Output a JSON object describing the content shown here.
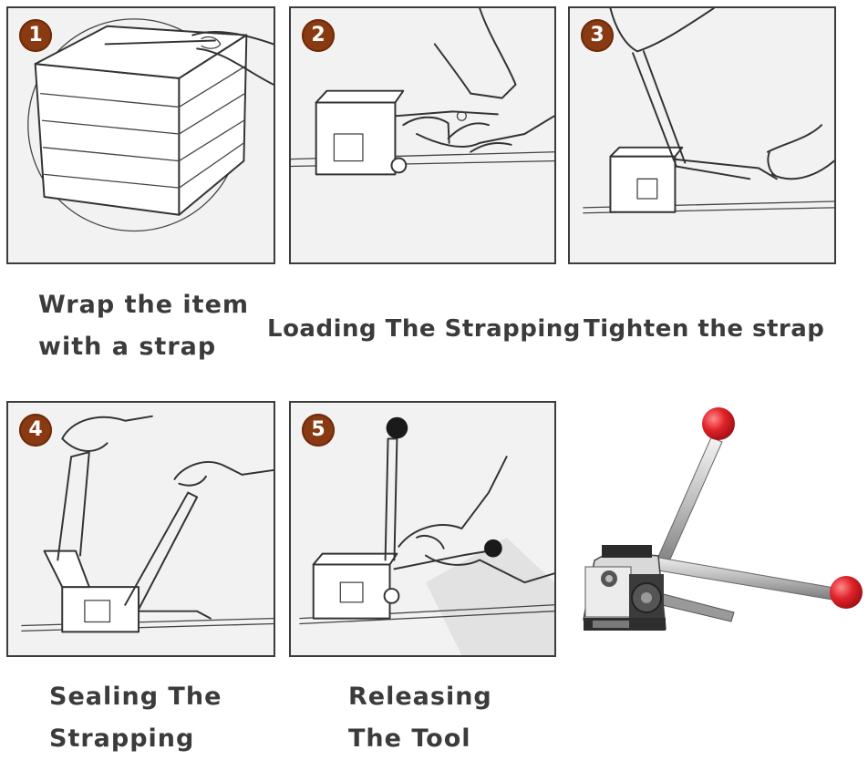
{
  "steps": [
    {
      "number": "1",
      "caption_line1": "Wrap the item",
      "caption_line2": "with a strap"
    },
    {
      "number": "2",
      "caption_line1": "Loading The Strapping",
      "caption_line2": ""
    },
    {
      "number": "3",
      "caption_line1": "Tighten the strap",
      "caption_line2": ""
    },
    {
      "number": "4",
      "caption_line1": "Sealing The",
      "caption_line2": "Strapping"
    },
    {
      "number": "5",
      "caption_line1": "Releasing",
      "caption_line2": "The Tool"
    }
  ],
  "colors": {
    "badge": "#8a3a12",
    "caption": "#3b3b3b",
    "panel_bg": "#f3f2f2",
    "handle_ball": "#e0232b"
  }
}
